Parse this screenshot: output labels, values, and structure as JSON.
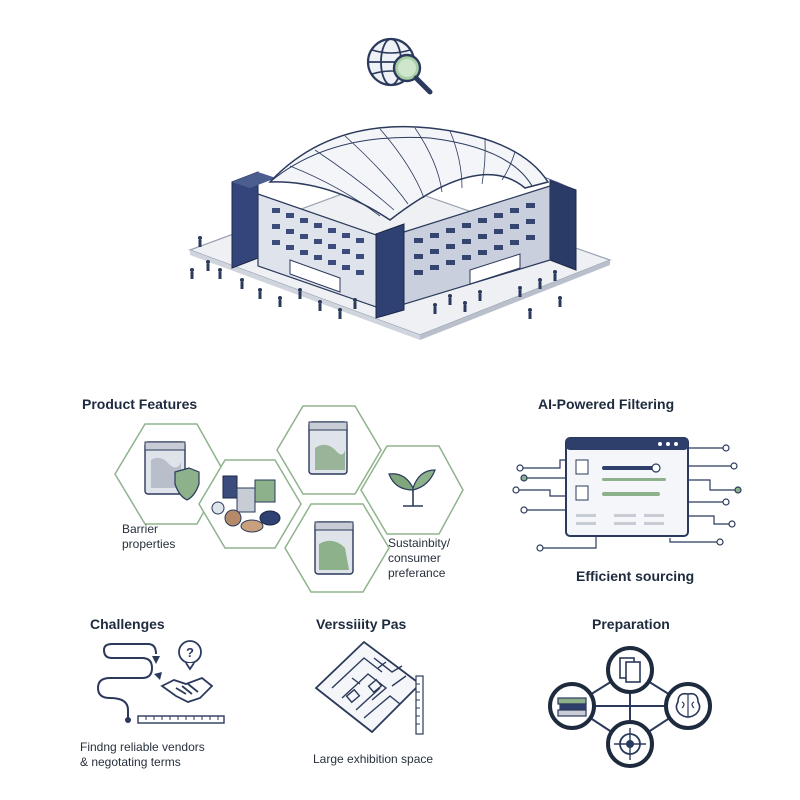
{
  "sections": {
    "product_features": {
      "heading": "Product Features",
      "barrier_line1": "Barrier",
      "barrier_line2": "properties",
      "sustain_line1": "Sustainbity/",
      "sustain_line2": "consumer",
      "sustain_line3": "preferance"
    },
    "ai_filtering": {
      "heading": "AI-Powered Filtering",
      "caption": "Efficient sourcing"
    },
    "challenges": {
      "heading": "Challenges",
      "caption_line1": "Findng reliable vendors",
      "caption_line2": "& negotating terms"
    },
    "versatility": {
      "heading": "Verssiiity Pas",
      "caption": "Large exhibition space"
    },
    "preparation": {
      "heading": "Preparation"
    }
  },
  "icons": {
    "top": "globe-search-icon",
    "challenge_question": "question-bubble-icon",
    "challenge_handshake": "handshake-icon"
  },
  "colors": {
    "navy": "#2e3f6b",
    "dark_navy": "#1e2a3d",
    "green": "#6f9a6f",
    "light_green": "#8db18a",
    "outline_green": "#8fb38c",
    "gray": "#c7ccd5"
  }
}
